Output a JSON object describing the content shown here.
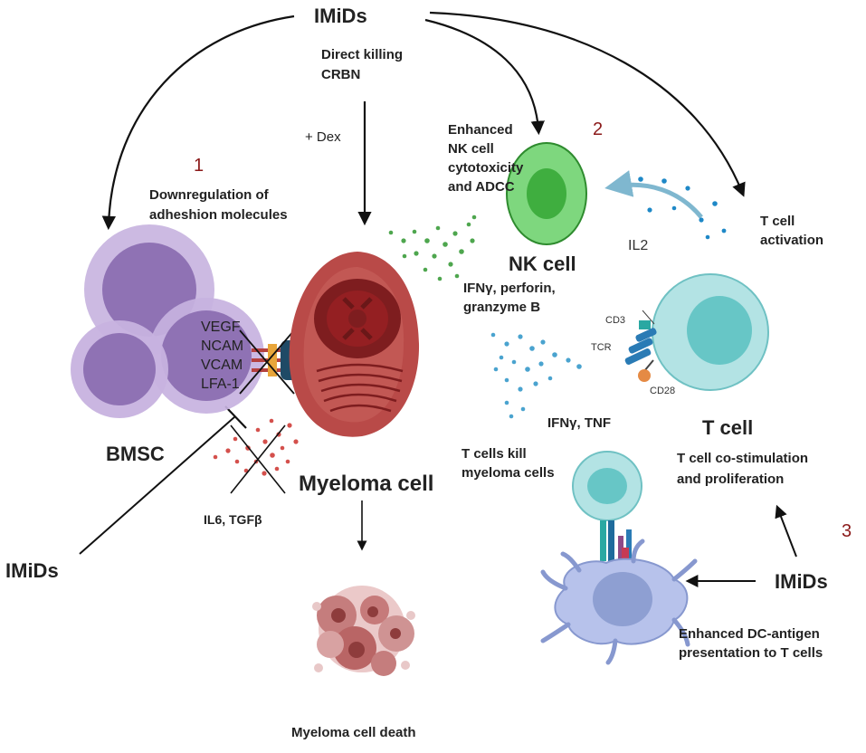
{
  "top_imids": "IMiDs",
  "direct_killing": "Direct killing",
  "crbn": "CRBN",
  "dex": "+ Dex",
  "label_1": "1",
  "downregulation": [
    "Downregulation of",
    "adheshion molecules"
  ],
  "label_2": "2",
  "enhanced_nk": [
    "Enhanced",
    "NK cell",
    "cytotoxicity",
    "and ADCC"
  ],
  "nk_cell": "NK cell",
  "il2": "IL2",
  "t_cell_activation": [
    "T cell",
    "activation"
  ],
  "ifn_perforin": [
    "IFNγ, perforin,",
    "granzyme B"
  ],
  "bmsc_markers": [
    "VEGF",
    "NCAM",
    "VCAM",
    "LFA-1"
  ],
  "bmsc": "BMSC",
  "il6": "IL6, TGFβ",
  "myeloma_cell": "Myeloma cell",
  "cd3": "CD3",
  "tcr": "TCR",
  "cd28": "CD28",
  "ifn_tnf": "IFNγ, TNF",
  "t_cells_kill": [
    "T cells kill",
    "myeloma cells"
  ],
  "t_cell": "T cell",
  "co_stim": [
    "T cell co-stimulation",
    "and proliferation"
  ],
  "label_3": "3",
  "left_imids": "IMiDs",
  "right_imids": "IMiDs",
  "dc_presentation": [
    "Enhanced DC-antigen",
    "presentation to T cells"
  ],
  "death": "Myeloma cell death",
  "colors": {
    "bmsc": "#9b7fc0",
    "myeloma": "#b5413f",
    "nk": "#5ecb5e",
    "tcell": "#a8dfe0",
    "dc": "#8ea0d6",
    "number": "#8b1a1a"
  }
}
